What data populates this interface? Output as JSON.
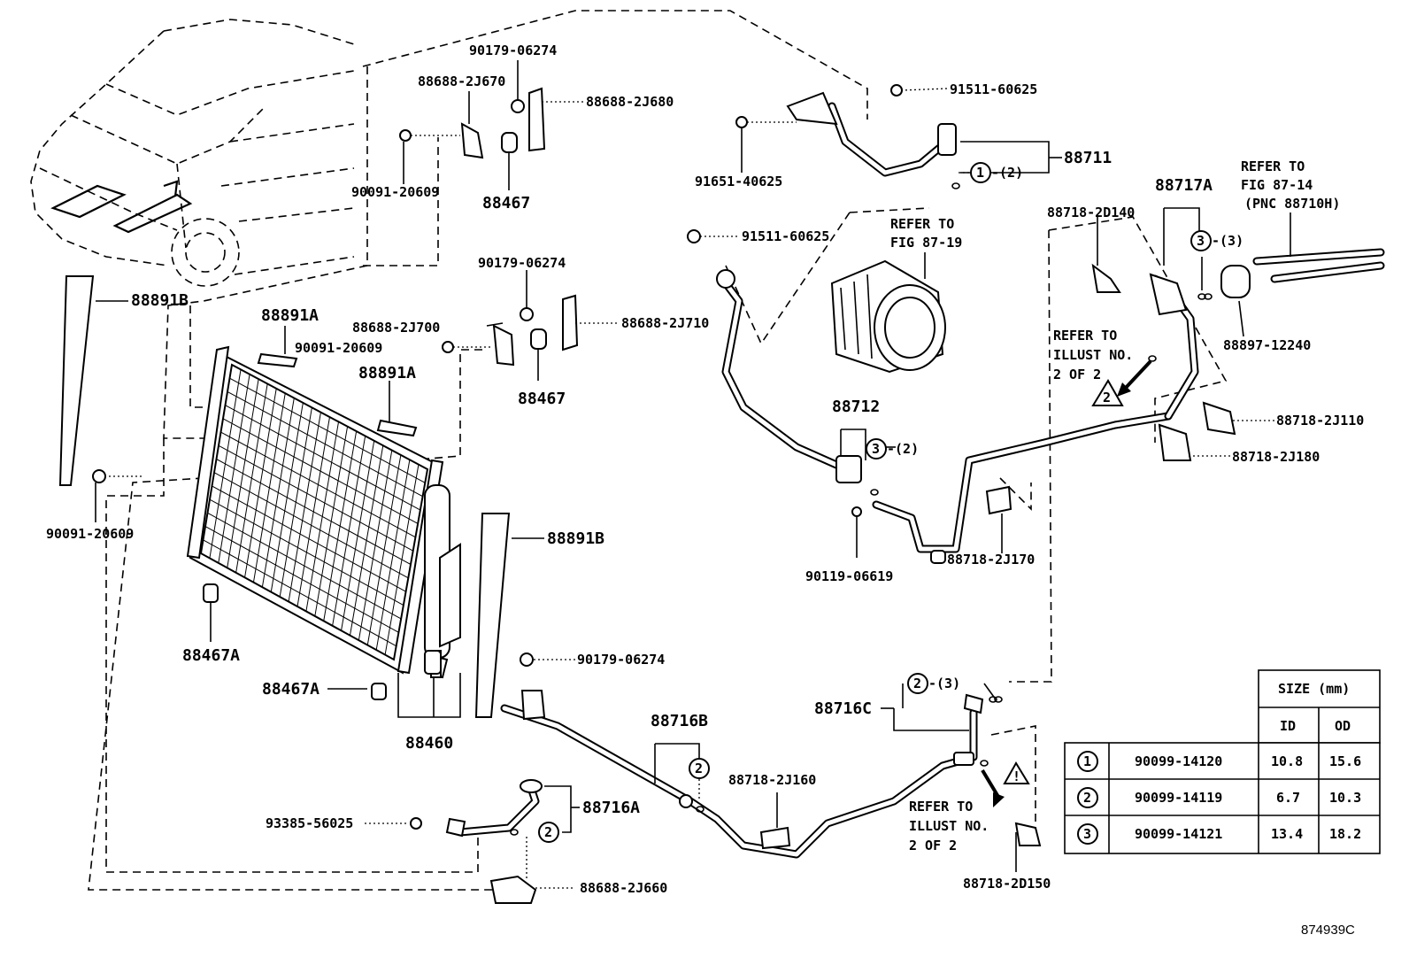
{
  "figure_id": "874939C",
  "labels": {
    "p90179_06274_a": "90179-06274",
    "p88688_2J670": "88688-2J670",
    "p88688_2J680": "88688-2J680",
    "p90091_20609_a": "90091-20609",
    "p88467_a": "88467",
    "p91511_60625_a": "91511-60625",
    "p91651_40625": "91651-40625",
    "p88711": "88711",
    "p91511_60625_b": "91511-60625",
    "refer_87_19_a": "REFER TO",
    "refer_87_19_b": "FIG 87-19",
    "p88717A": "88717A",
    "refer_87_14_a": "REFER TO",
    "refer_87_14_b": "FIG 87-14",
    "refer_87_14_c": "(PNC 88710H)",
    "p88718_2D140": "88718-2D140",
    "p88897_12240": "88897-12240",
    "refer_ill_a1": "REFER TO",
    "refer_ill_a2": "ILLUST NO.",
    "refer_ill_a3": "2 OF 2",
    "p88718_2J110": "88718-2J110",
    "p88718_2J180": "88718-2J180",
    "p88891B_a": "88891B",
    "p88891A_a": "88891A",
    "p90179_06274_b": "90179-06274",
    "p88688_2J700": "88688-2J700",
    "p88688_2J710": "88688-2J710",
    "p90091_20609_b": "90091-20609",
    "p88891A_b": "88891A",
    "p88467_b": "88467",
    "p88712": "88712",
    "p90119_06619": "90119-06619",
    "p88718_2J170": "88718-2J170",
    "p90091_20609_c": "90091-20609",
    "p88891B_b": "88891B",
    "p88467A_a": "88467A",
    "p88467A_b": "88467A",
    "p88460": "88460",
    "p90179_06274_c": "90179-06274",
    "p88716B": "88716B",
    "p88716A": "88716A",
    "p93385_56025": "93385-56025",
    "p88688_2J660": "88688-2J660",
    "p88718_2J160": "88718-2J160",
    "p88716C": "88716C",
    "refer_ill_b1": "REFER TO",
    "refer_ill_b2": "ILLUST NO.",
    "refer_ill_b3": "2 OF 2",
    "p88718_2D150": "88718-2D150",
    "callout_88711_qty": "-(2)",
    "callout_88717A_qty": "-(3)",
    "callout_88712_qty": "-(2)",
    "callout_88716C_qty": "-(3)",
    "c1": "1",
    "c2": "2",
    "c3": "3"
  },
  "table": {
    "size_header": "SIZE (mm)",
    "id_header": "ID",
    "od_header": "OD",
    "rows": [
      {
        "key": "1",
        "part": "90099-14120",
        "id": "10.8",
        "od": "15.6"
      },
      {
        "key": "2",
        "part": "90099-14119",
        "id": "6.7",
        "od": "10.3"
      },
      {
        "key": "3",
        "part": "90099-14121",
        "id": "13.4",
        "od": "18.2"
      }
    ]
  }
}
